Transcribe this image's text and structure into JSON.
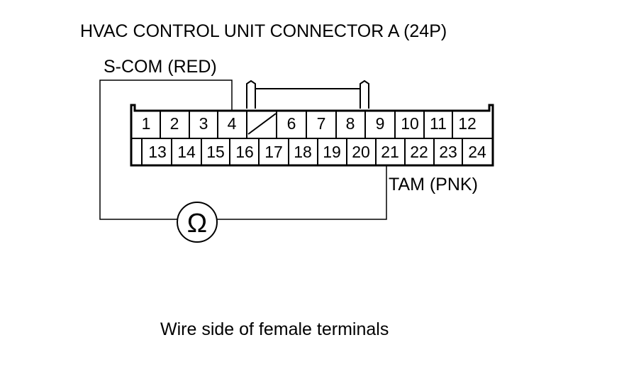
{
  "title": "HVAC CONTROL UNIT CONNECTOR A (24P)",
  "connector": {
    "pins_top": [
      "1",
      "2",
      "3",
      "4",
      "",
      "6",
      "7",
      "8",
      "9",
      "10",
      "11",
      "12"
    ],
    "pins_bottom": [
      "13",
      "14",
      "15",
      "16",
      "17",
      "18",
      "19",
      "20",
      "21",
      "22",
      "23",
      "24"
    ]
  },
  "wires": {
    "left_label": "S-COM (RED)",
    "right_label": "TAM (PNK)"
  },
  "meter_symbol": "Ω",
  "caption": "Wire side of female terminals",
  "icons": {
    "meter": "ohmmeter-icon"
  },
  "colors": {
    "line": "#000000",
    "background": "#ffffff"
  }
}
